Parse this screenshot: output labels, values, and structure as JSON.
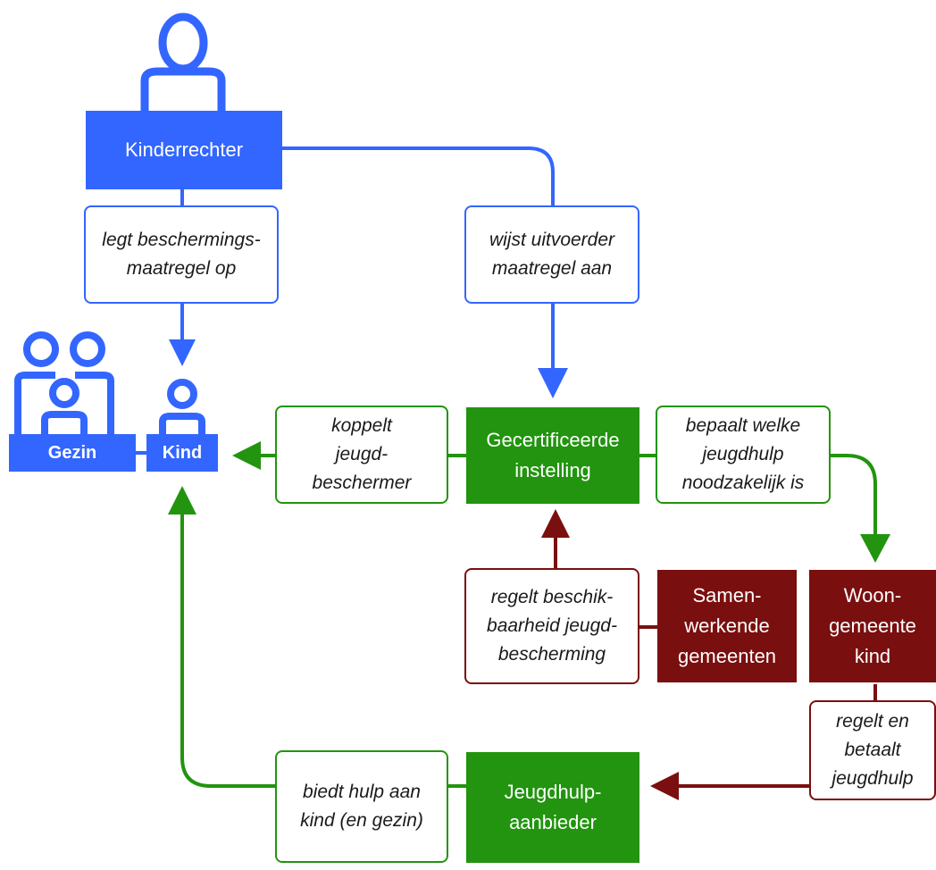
{
  "colors": {
    "blue": "#3366ff",
    "green": "#22940f",
    "red": "#7a0f0f"
  },
  "nodes": {
    "kinderrechter": "Kinderrechter",
    "gezin": "Gezin",
    "kind": "Kind",
    "gecertificeerde_instelling": "Gecertificeerde\ninstelling",
    "samenwerkende_gemeenten": "Samen-\nwerkende\ngemeenten",
    "woongemeente_kind": "Woon-\ngemeente\nkind",
    "jeugdhulpaanbieder": "Jeugdhulp-\naanbieder"
  },
  "edge_labels": {
    "legt_beschermingsmaatregel_op": "legt beschermings-\nmaatregel op",
    "wijst_uitvoerder_aan": "wijst uitvoerder\nmaatregel aan",
    "koppelt_jeugdbeschermer": "koppelt\njeugd-\nbeschermer",
    "bepaalt_welke_jeugdhulp": "bepaalt welke\njeugdhulp\nnoodzakelijk is",
    "regelt_beschikbaarheid": "regelt beschik-\nbaarheid jeugd-\nbescherming",
    "regelt_en_betaalt": "regelt en\nbetaalt\njeugdhulp",
    "biedt_hulp": "biedt hulp aan\nkind (en gezin)"
  },
  "icons": [
    "person-icon",
    "family-icon",
    "child-icon"
  ]
}
